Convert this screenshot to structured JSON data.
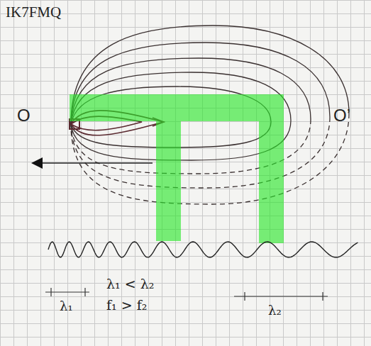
{
  "diagram": {
    "labels": [
      "IK7FMQ",
      "O",
      "O’",
      "λ₁",
      "λ₁ < λ₂",
      "f₁ > f₂",
      "λ₂"
    ]
  }
}
